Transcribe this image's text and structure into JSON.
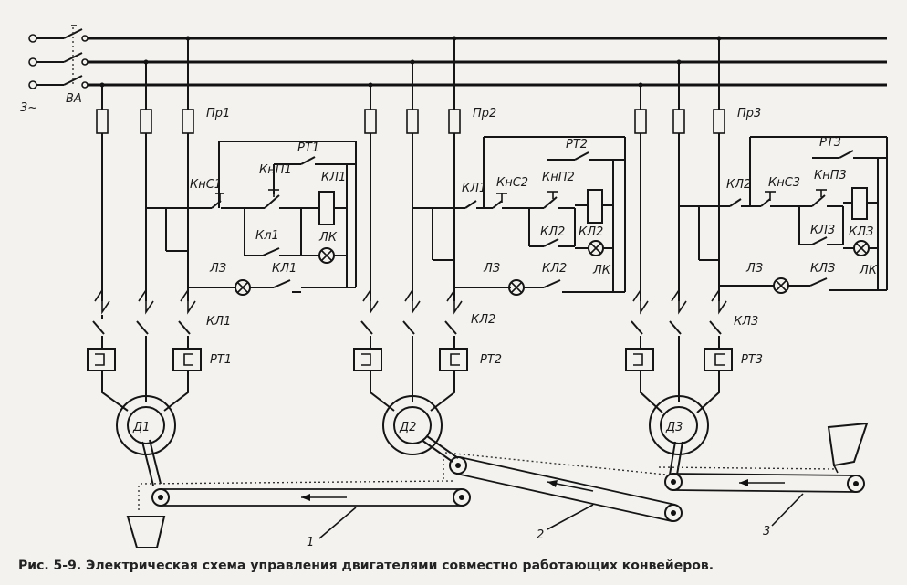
{
  "labels": {
    "supply": "3~",
    "breaker": "ВА",
    "motors": [
      "Д1",
      "Д2",
      "Д3"
    ],
    "fuses": [
      "Пр1",
      "Пр2",
      "Пр3"
    ],
    "thermal_contacts": [
      "РТ1",
      "РТ2",
      "РТ3"
    ],
    "thermal_relays": [
      "РТ1",
      "РТ2",
      "РТ3"
    ],
    "contactors": [
      "КЛ1",
      "КЛ2",
      "КЛ3"
    ],
    "stop_buttons": [
      "КнС1",
      "КнС2",
      "КнС3"
    ],
    "start_buttons": [
      "КнП1",
      "КнП2",
      "КнП3"
    ],
    "interlock_contacts": [
      "КЛ1",
      "КЛ2"
    ],
    "self_hold": [
      "Кл1",
      "КЛ2",
      "КЛ3"
    ],
    "lamp_contacts": [
      "КЛ1",
      "КЛ2",
      "КЛЗ"
    ],
    "coil_labels": [
      "КЛ1",
      "КЛ2",
      "КЛЗ"
    ],
    "red_lamp": "ЛК",
    "green_lamp": "ЛЗ",
    "belt_numbers": [
      "1",
      "2",
      "3"
    ]
  },
  "caption": "Рис. 5-9. Электрическая схема управления двигателями совместно работающих конвейеров."
}
